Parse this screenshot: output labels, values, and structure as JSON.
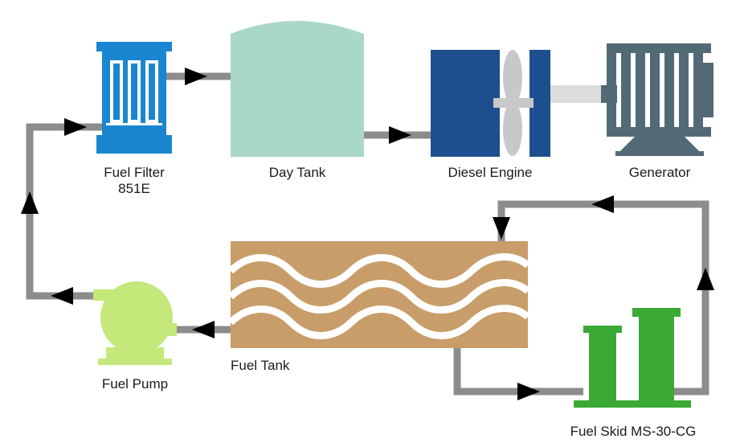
{
  "components": {
    "fuel_filter": {
      "label_line1": "Fuel Filter",
      "label_line2": "851E"
    },
    "day_tank": {
      "label": "Day Tank"
    },
    "diesel_engine": {
      "label": "Diesel Engine"
    },
    "generator": {
      "label": "Generator"
    },
    "fuel_tank": {
      "label": "Fuel Tank"
    },
    "fuel_pump": {
      "label": "Fuel Pump"
    },
    "fuel_skid": {
      "label": "Fuel Skid MS-30-CG"
    }
  },
  "colors": {
    "pipe": "#8c8c8c",
    "arrow": "#000000",
    "filter": "#1a86d0",
    "day_tank": "#a9d8ca",
    "engine": "#1d4f8f",
    "propeller": "#c8c8c8",
    "generator": "#526a76",
    "shaft": "#dcdcdc",
    "fuel_tank": "#c89d69",
    "pump": "#c4e87a",
    "skid": "#3aaa35"
  }
}
